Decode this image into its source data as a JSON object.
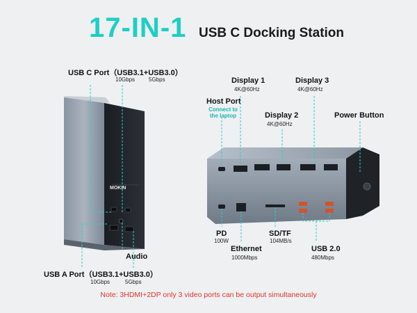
{
  "header": {
    "big_title": "17-IN-1",
    "subtitle": "USB C Docking Station"
  },
  "left_device": {
    "brand": "MOKIN",
    "usbc_port": {
      "label": "USB C Port（USB3.1+USB3.0）",
      "speed1": "10Gbps",
      "speed2": "5Gbps"
    },
    "audio": {
      "label": "Audio"
    },
    "usba_port": {
      "label": "USB A Port（USB3.1+USB3.0）",
      "speed1": "10Gbps",
      "speed2": "5Gbps"
    }
  },
  "right_device": {
    "display1": {
      "label": "Display 1",
      "spec": "4K@60Hz"
    },
    "display2": {
      "label": "Display 2",
      "spec": "4K@60Hz"
    },
    "display3": {
      "label": "Display 3",
      "spec": "4K@60Hz"
    },
    "host_port": {
      "label": "Host Port",
      "note_line1": "Connect to",
      "note_line2": "the laptop"
    },
    "power_button": {
      "label": "Power Button"
    },
    "pd": {
      "label": "PD",
      "spec": "100W"
    },
    "ethernet": {
      "label": "Ethernet",
      "spec": "1000Mbps"
    },
    "sdtf": {
      "label": "SD/TF",
      "spec": "104MB/s"
    },
    "usb2": {
      "label": "USB 2.0",
      "spec": "480Mbps"
    }
  },
  "note": "Note: 3HDMI+2DP only 3 video ports can be output simultaneously",
  "colors": {
    "accent": "#1ccfc4",
    "leader": "#2bd0c6",
    "warning": "#e0332b"
  }
}
